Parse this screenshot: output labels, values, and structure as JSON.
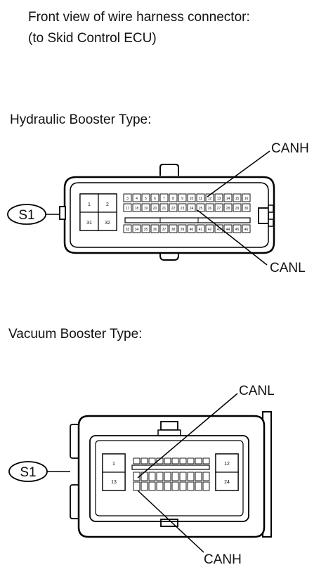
{
  "header": {
    "line1": "Front view of wire harness connector:",
    "line2": "(to Skid Control ECU)"
  },
  "hydraulic": {
    "title": "Hydraulic Booster Type:",
    "connector_id": "S1",
    "canh_label": "CANH",
    "canl_label": "CANL",
    "big_pins": [
      "1",
      "2",
      "31",
      "32"
    ],
    "row1": [
      "3",
      "4",
      "5",
      "6",
      "7",
      "8",
      "9",
      "10",
      "11",
      "12",
      "13",
      "14",
      "15",
      "16"
    ],
    "row2": [
      "17",
      "18",
      "19",
      "20",
      "21",
      "22",
      "23",
      "24",
      "25",
      "26",
      "27",
      "28",
      "29",
      "30"
    ],
    "row3": [
      "33",
      "34",
      "35",
      "36",
      "37",
      "38",
      "39",
      "40",
      "41",
      "42",
      "43",
      "44",
      "45",
      "46"
    ]
  },
  "vacuum": {
    "title": "Vacuum Booster Type:",
    "connector_id": "S1",
    "canl_label": "CANL",
    "canh_label": "CANH",
    "big_pins": [
      "1",
      "13",
      "12",
      "24"
    ]
  }
}
